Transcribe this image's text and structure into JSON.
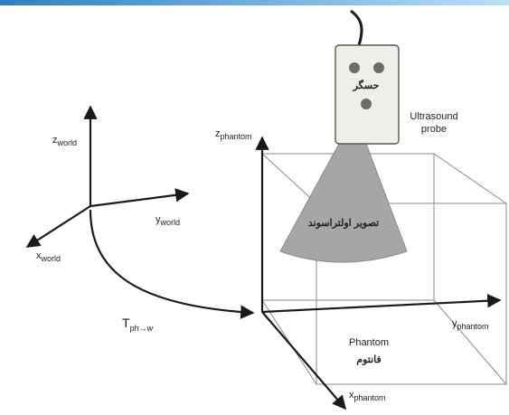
{
  "world_frame": {
    "z_axis_label": "z",
    "z_axis_sub": "world",
    "y_axis_label": "y",
    "y_axis_sub": "world",
    "x_axis_label": "x",
    "x_axis_sub": "world"
  },
  "transform": {
    "label": "T",
    "sub": "ph→w"
  },
  "phantom_frame": {
    "z_axis_label": "z",
    "z_axis_sub": "phantom",
    "y_axis_label": "y",
    "y_axis_sub": "phantom",
    "x_axis_label": "x",
    "x_axis_sub": "phantom"
  },
  "probe": {
    "sensor_label": "حسگر",
    "caption_line1": "Ultrasound",
    "caption_line2": "probe"
  },
  "ultrasound_image": {
    "label": "تصویر اولتراسوند"
  },
  "phantom_box": {
    "label_en": "Phantom",
    "label_fa": "فانتوم"
  },
  "colors": {
    "line": "#1a1a1a",
    "box_line": "#8a8a8a",
    "fan_fill": "#a6a6a6",
    "probe_fill": "#efefea",
    "probe_dot": "#6b6b6b"
  }
}
